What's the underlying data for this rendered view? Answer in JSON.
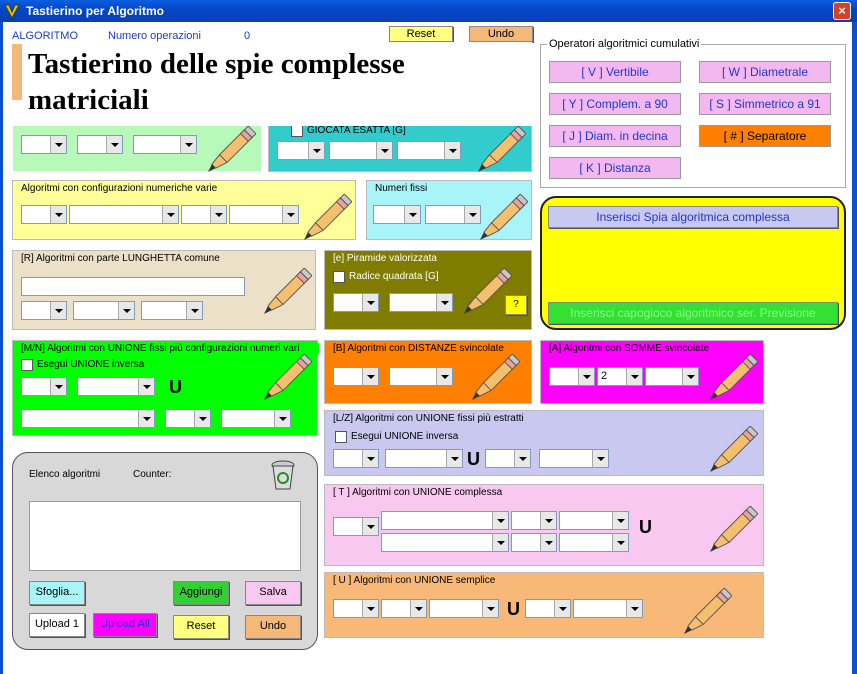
{
  "window": {
    "title": "Tastierino per Algoritmo"
  },
  "top": {
    "algoritmo": "ALGORITMO",
    "num_op_label": "Numero operazioni",
    "num_op_value": "0",
    "reset": "Reset",
    "undo": "Undo"
  },
  "overlay": {
    "title": "Tastierino delle spie complesse matriciali"
  },
  "panels": {
    "p1": {
      "label": "",
      "checkbox": "GIOCATA ESATTA [G]"
    },
    "config": {
      "label": "Algoritmi con configurazioni numeriche varie"
    },
    "fissi": {
      "label": "Numeri fissi"
    },
    "lunghetta": {
      "label": "[R] Algoritmi con parte LUNGHETTA comune"
    },
    "piramide": {
      "label": "[e] Piramide valorizzata",
      "checkbox": "Radice quadrata [G]",
      "help": "?"
    },
    "mn": {
      "label": "[M/N] Algoritmi con UNIONE fissi più configurazioni numeri vari",
      "checkbox": "Esegui UNIONE inversa",
      "u": "U"
    },
    "distanze": {
      "label": "[B] Algoritmi con DISTANZE svincolate"
    },
    "somme": {
      "label": "[A] Algoritmi con SOMME svincolate",
      "value": "2"
    },
    "lz": {
      "label": "[L/Z] Algoritmi con UNIONE fissi più estratti",
      "checkbox": "Esegui UNIONE inversa",
      "u": "U"
    },
    "tcomplessa": {
      "label": "[ T ] Algoritmi con UNIONE complessa",
      "u": "U"
    },
    "usemplice": {
      "label": "[ U ] Algoritmi con UNIONE semplice",
      "u": "U"
    }
  },
  "operators": {
    "legend": "Operatori algoritmici cumulativi",
    "buttons": [
      "[ V ] Vertibile",
      "[ W ] Diametrale",
      "[ Y ] Complem. a 90",
      "[ S ] Simmetrico  a 91",
      "[ J ] Diam. in decina",
      "[ # ] Separatore",
      "[ K ] Distanza"
    ]
  },
  "insert": {
    "spia": "Inserisci Spia algoritmica complessa",
    "capogioco": "Inserisci capogioco algoritmico ser. Previsione"
  },
  "elenco": {
    "label": "Elenco algoritmi",
    "counter": "Counter:",
    "sfoglia": "Sfoglia...",
    "aggiungi": "Aggiungi",
    "salva": "Salva",
    "upload1": "Upload 1",
    "uploadall": "Upload All",
    "reset": "Reset",
    "undo": "Undo"
  },
  "colors": {
    "green": "#00ff00",
    "cyan": "#33cccc",
    "lightyellow": "#ffff99",
    "lightcyan": "#a8f4f8",
    "tan": "#ece0c8",
    "olive": "#807c00",
    "orange": "#ff8000",
    "magenta": "#ff00ff",
    "lavender": "#c8c8f0",
    "pink": "#f8c8f0",
    "peach": "#f8b878"
  }
}
